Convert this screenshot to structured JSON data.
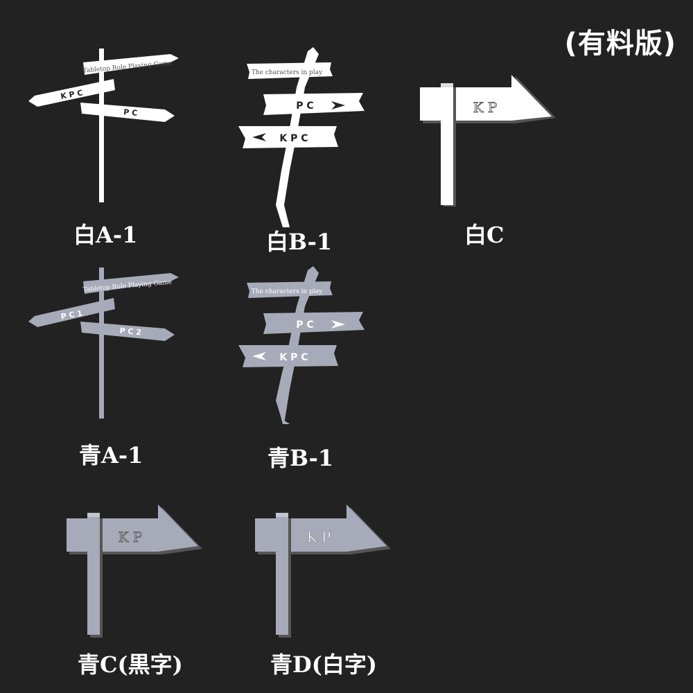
{
  "header": {
    "badge": "(有料版)"
  },
  "colors": {
    "background": "#222222",
    "white_variant": "#ffffff",
    "blue_variant": "#a7aab8",
    "shadow": "#555555"
  },
  "items": [
    {
      "caption": "白A-1",
      "board_top": "Tabletop Role Playing Game",
      "board_left": "K P C",
      "board_right": "P C"
    },
    {
      "caption": "白B-1",
      "board_top": "The characters in play",
      "board_mid": "P C",
      "board_bottom": "K P C"
    },
    {
      "caption": "白C",
      "board": "K P"
    },
    {
      "caption": "青A-1",
      "board_top": "Tabletop Role Playing Game",
      "board_left": "P C 1",
      "board_right": "P C 2"
    },
    {
      "caption": "青B-1",
      "board_top": "The characters in play",
      "board_mid": "P C",
      "board_bottom": "K P C"
    },
    {
      "caption": "青C(黒字)",
      "board": "K P"
    },
    {
      "caption": "青D(白字)",
      "board": "K P"
    }
  ]
}
